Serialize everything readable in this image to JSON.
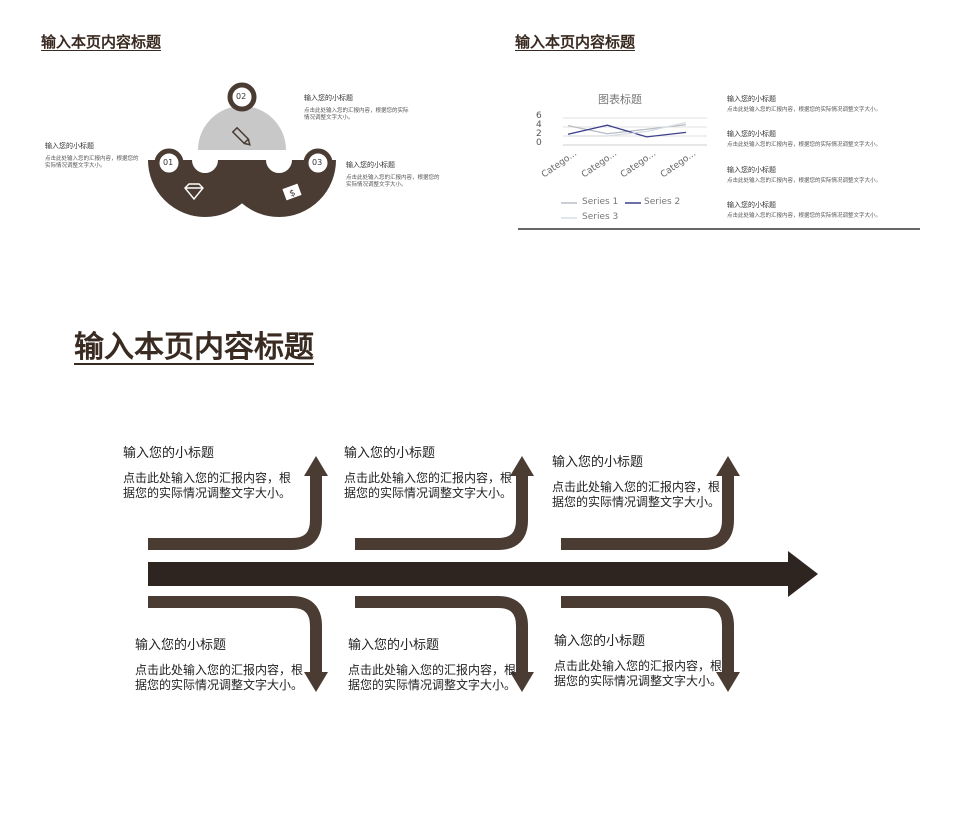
{
  "slide1": {
    "title": "输入本页内容标题",
    "steps": [
      {
        "num": "01",
        "icon": "diamond-icon",
        "heading": "输入您的小标题",
        "body": "点击此处输入您的汇报内容，根据您的实际情况调整文字大小。"
      },
      {
        "num": "02",
        "icon": "pencil-icon",
        "heading": "输入您的小标题",
        "body": "点击此处输入您的汇报内容，根据您的实际情况调整文字大小。"
      },
      {
        "num": "03",
        "icon": "money-icon",
        "heading": "输入您的小标题",
        "body": "点击此处输入您的汇报内容，根据您的实际情况调整文字大小。"
      }
    ]
  },
  "slide2": {
    "title": "输入本页内容标题",
    "items": [
      {
        "heading": "输入您的小标题",
        "body": "点击此处输入您的汇报内容，根据您的实际情况调整文字大小。"
      },
      {
        "heading": "输入您的小标题",
        "body": "点击此处输入您的汇报内容，根据您的实际情况调整文字大小。"
      },
      {
        "heading": "输入您的小标题",
        "body": "点击此处输入您的汇报内容，根据您的实际情况调整文字大小。"
      },
      {
        "heading": "输入您的小标题",
        "body": "点击此处输入您的汇报内容，根据您的实际情况调整文字大小。"
      }
    ]
  },
  "chart_data": {
    "type": "line",
    "title": "图表标题",
    "categories": [
      "Catego...",
      "Catego...",
      "Catego...",
      "Catego..."
    ],
    "series": [
      {
        "name": "Series 1",
        "color": "#b8bcc4",
        "values": [
          4.3,
          2.5,
          3.5,
          4.5
        ]
      },
      {
        "name": "Series 2",
        "color": "#3b3f8c",
        "values": [
          2.4,
          4.4,
          1.8,
          2.8
        ]
      },
      {
        "name": "Series 3",
        "color": "#d7dde2",
        "values": [
          2,
          2,
          3,
          5
        ]
      }
    ],
    "yticks": [
      "6",
      "4",
      "2",
      "0"
    ],
    "ylim": [
      0,
      6
    ]
  },
  "slide3": {
    "title": "输入本页内容标题",
    "items": [
      {
        "heading": "输入您的小标题",
        "body": "点击此处输入您的汇报内容，根据您的实际情况调整文字大小。"
      },
      {
        "heading": "输入您的小标题",
        "body": "点击此处输入您的汇报内容，根据您的实际情况调整文字大小。"
      },
      {
        "heading": "输入您的小标题",
        "body": "点击此处输入您的汇报内容，根据您的实际情况调整文字大小。"
      },
      {
        "heading": "输入您的小标题",
        "body": "点击此处输入您的汇报内容，根据您的实际情况调整文字大小。"
      },
      {
        "heading": "输入您的小标题",
        "body": "点击此处输入您的汇报内容，根据您的实际情况调整文字大小。"
      },
      {
        "heading": "输入您的小标题",
        "body": "点击此处输入您的汇报内容，根据您的实际情况调整文字大小。"
      }
    ]
  },
  "colors": {
    "brown": "#4a3c33",
    "gray": "#c8c8c8"
  }
}
